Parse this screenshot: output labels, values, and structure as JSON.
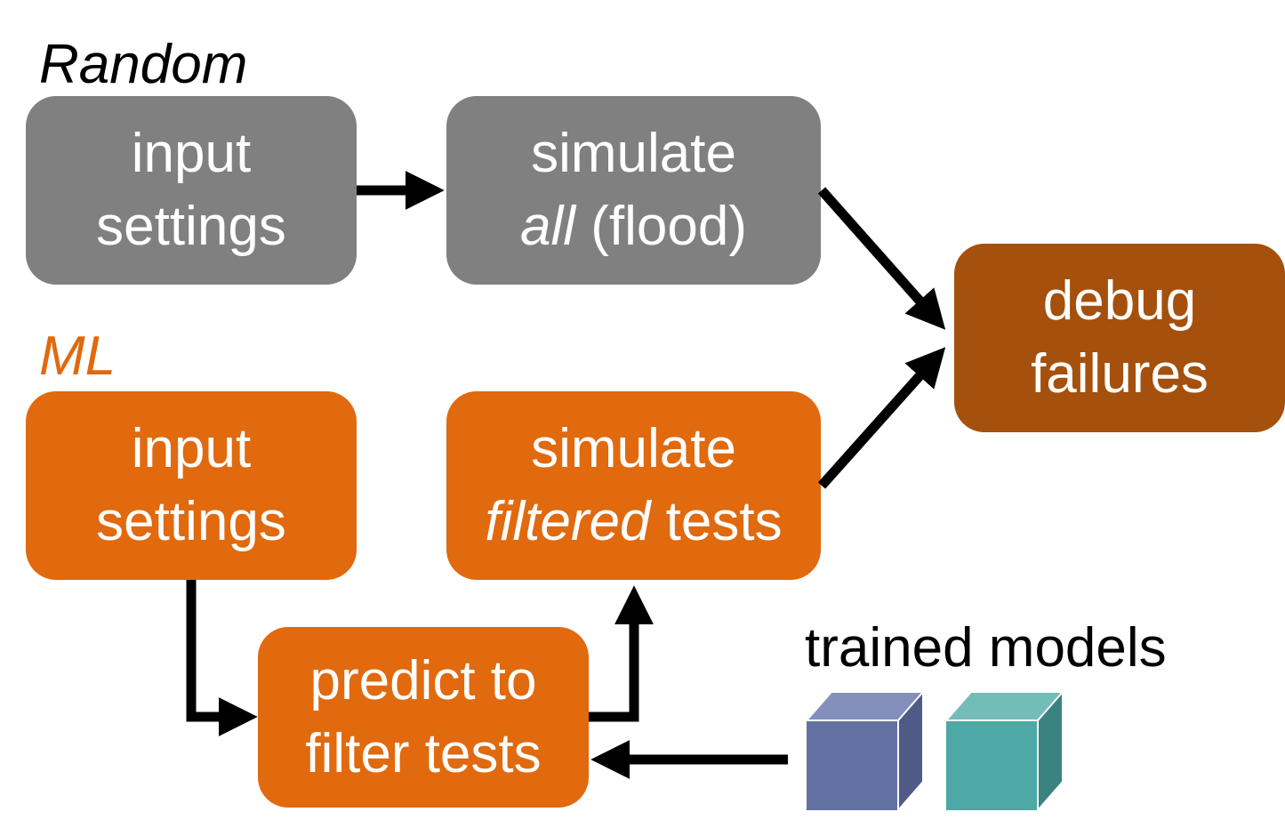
{
  "random": {
    "label": "Random",
    "input_line1": "input",
    "input_line2": "settings",
    "sim_line1": "simulate",
    "sim_line2_em": "all",
    "sim_line2_rest": " (flood)"
  },
  "ml": {
    "label": "ML",
    "input_line1": "input",
    "input_line2": "settings",
    "sim_line1": "simulate",
    "sim_line2_em": "filtered",
    "sim_line2_rest": " tests",
    "predict_line1": "predict to",
    "predict_line2": "filter tests"
  },
  "debug": {
    "line1": "debug",
    "line2": "failures"
  },
  "models": {
    "label": "trained models",
    "cube1_color": "#6472a3",
    "cube2_color": "#4ea8a5"
  },
  "colors": {
    "gray": "#808080",
    "orange": "#e1690e",
    "brown": "#a5500c",
    "ml_label": "#e1690e"
  }
}
